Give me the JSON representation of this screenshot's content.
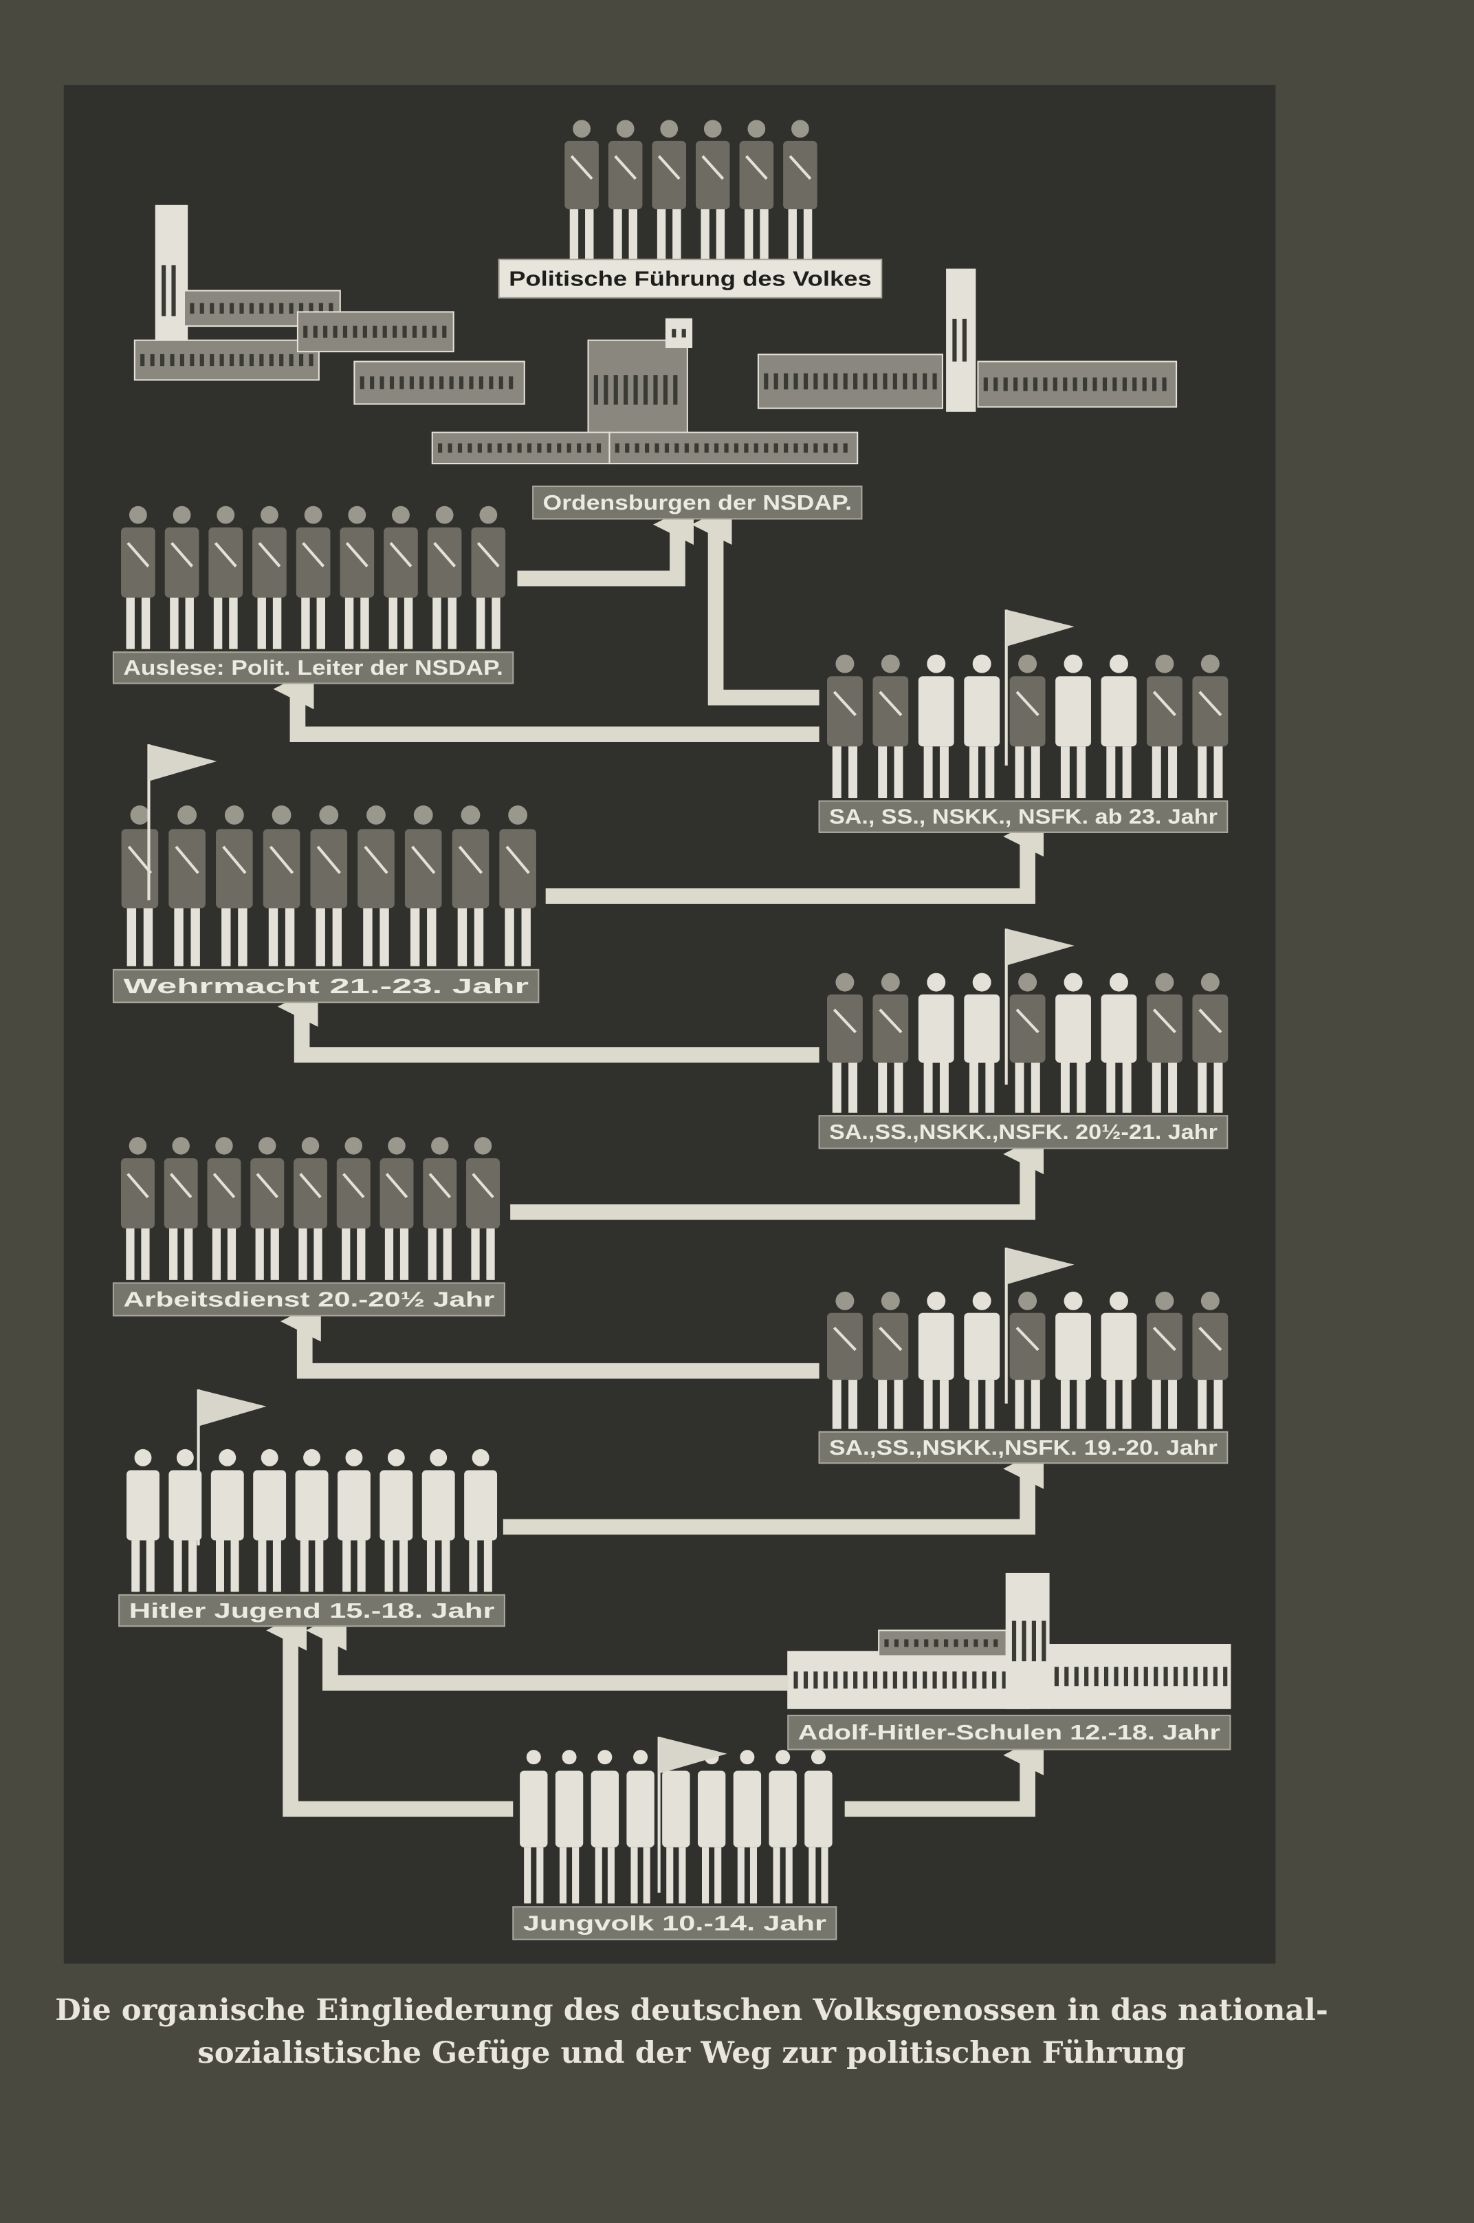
{
  "caption": {
    "line1": "Die organische Eingliederung des deutschen Volksgenossen in das national-",
    "line2": "sozialistische Gefüge und der Weg zur politischen Führung"
  },
  "groups": [
    {
      "id": "politische-fuehrung",
      "label": "Politische Führung des Volkes",
      "kind": "figures",
      "figure_count": 6
    },
    {
      "id": "ordensburgen",
      "label": "Ordensburgen der NSDAP.",
      "kind": "buildings"
    },
    {
      "id": "auslese",
      "label": "Auslese: Polit. Leiter der NSDAP.",
      "kind": "figures",
      "figure_count": 9
    },
    {
      "id": "sa-ab-23",
      "label": "SA., SS., NSKK., NSFK. ab 23. Jahr",
      "kind": "figures",
      "figure_count": 9
    },
    {
      "id": "wehrmacht",
      "label": "Wehrmacht 21.-23. Jahr",
      "kind": "figures",
      "figure_count": 9
    },
    {
      "id": "sa-20-21",
      "label": "SA.,SS.,NSKK.,NSFK. 20½-21. Jahr",
      "kind": "figures",
      "figure_count": 9
    },
    {
      "id": "arbeitsdienst",
      "label": "Arbeitsdienst 20.-20½ Jahr",
      "kind": "figures",
      "figure_count": 9
    },
    {
      "id": "sa-19-20",
      "label": "SA.,SS.,NSKK.,NSFK. 19.-20. Jahr",
      "kind": "figures",
      "figure_count": 9
    },
    {
      "id": "hitler-jugend",
      "label": "Hitler Jugend 15.-18. Jahr",
      "kind": "figures",
      "figure_count": 9
    },
    {
      "id": "adolf-hitler-schulen",
      "label": "Adolf-Hitler-Schulen 12.-18. Jahr",
      "kind": "building"
    },
    {
      "id": "jungvolk",
      "label": "Jungvolk 10.-14. Jahr",
      "kind": "figures",
      "figure_count": 9
    }
  ],
  "colors": {
    "page": "#4a4940",
    "panel": "#30312c",
    "arrow": "#dcd9cd",
    "label_bar": "#77766c",
    "figure_light": "#e4e2d8",
    "figure_dark": "#6d6b62"
  }
}
